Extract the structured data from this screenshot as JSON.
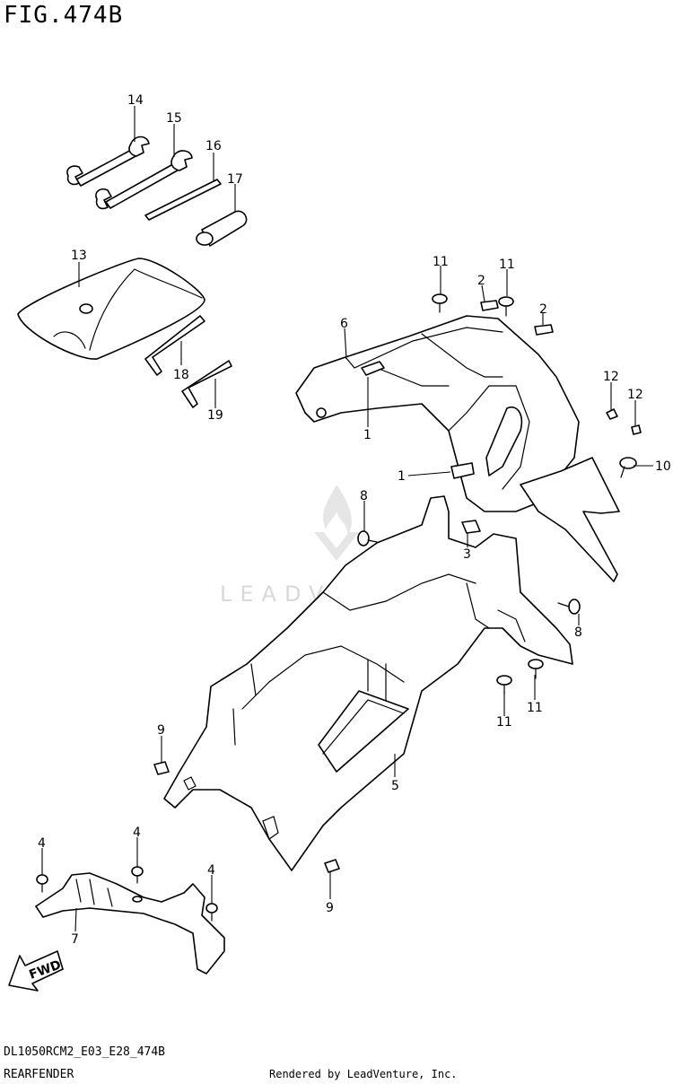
{
  "header": {
    "figure_title": "FIG.474B"
  },
  "callouts": [
    {
      "id": "c14",
      "label": "14"
    },
    {
      "id": "c15",
      "label": "15"
    },
    {
      "id": "c16",
      "label": "16"
    },
    {
      "id": "c17",
      "label": "17"
    },
    {
      "id": "c13",
      "label": "13"
    },
    {
      "id": "c18",
      "label": "18"
    },
    {
      "id": "c19",
      "label": "19"
    },
    {
      "id": "c11a",
      "label": "11"
    },
    {
      "id": "c11b",
      "label": "11"
    },
    {
      "id": "c2a",
      "label": "2"
    },
    {
      "id": "c2b",
      "label": "2"
    },
    {
      "id": "c6",
      "label": "6"
    },
    {
      "id": "c1a",
      "label": "1"
    },
    {
      "id": "c1b",
      "label": "1"
    },
    {
      "id": "c12a",
      "label": "12"
    },
    {
      "id": "c12b",
      "label": "12"
    },
    {
      "id": "c10",
      "label": "10"
    },
    {
      "id": "c8a",
      "label": "8"
    },
    {
      "id": "c3",
      "label": "3"
    },
    {
      "id": "c8b",
      "label": "8"
    },
    {
      "id": "c11c",
      "label": "11"
    },
    {
      "id": "c11d",
      "label": "11"
    },
    {
      "id": "c9a",
      "label": "9"
    },
    {
      "id": "c5",
      "label": "5"
    },
    {
      "id": "c4a",
      "label": "4"
    },
    {
      "id": "c4b",
      "label": "4"
    },
    {
      "id": "c4c",
      "label": "4"
    },
    {
      "id": "c7",
      "label": "7"
    },
    {
      "id": "c9b",
      "label": "9"
    }
  ],
  "fwd_label": "FWD",
  "watermark": "LEADVENTURE",
  "footer": {
    "code": "DL1050RCM2_E03_E28_474B",
    "name": "REARFENDER",
    "credit": "Rendered by LeadVenture, Inc."
  },
  "colors": {
    "ink": "#000000",
    "watermark": "#d8d8d8",
    "background": "#ffffff"
  }
}
